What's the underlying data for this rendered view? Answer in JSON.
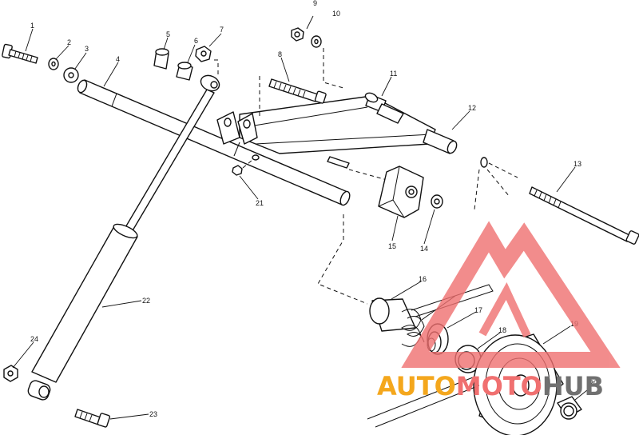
{
  "callouts": {
    "c1": "1",
    "c2": "2",
    "c3": "3",
    "c4": "4",
    "c5": "5",
    "c6": "6",
    "c7": "7",
    "c8": "8",
    "c9": "9",
    "c10": "10",
    "c11": "11",
    "c12": "12",
    "c13": "13",
    "c14": "14",
    "c15": "15",
    "c16": "16",
    "c17": "17",
    "c18": "18",
    "c19": "19",
    "c20": "20",
    "c21": "21",
    "c22": "22",
    "c23": "23",
    "c24": "24"
  },
  "watermark": {
    "part1": "AUTO",
    "part2": "MOTO",
    "part3": "HUB",
    "color_orange": "#f4a71d",
    "color_red": "#f07070",
    "color_gray": "#707070"
  }
}
